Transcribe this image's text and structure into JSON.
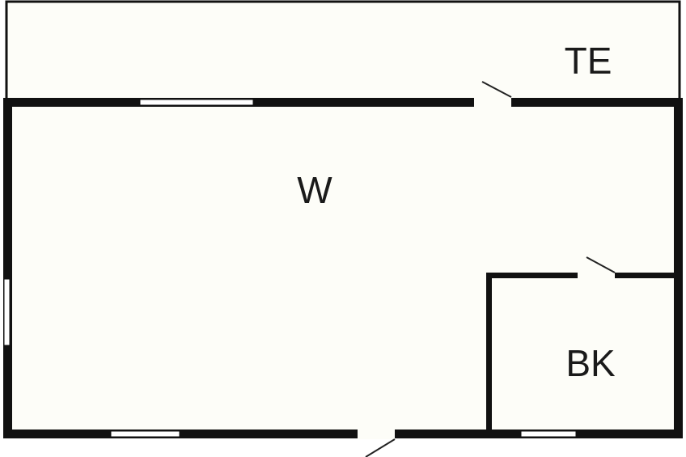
{
  "colors": {
    "background": "#fdfdf8",
    "wall": "#111111",
    "window": "#ffffff",
    "door_swing": "#222222"
  },
  "rooms": [
    {
      "id": "terrace",
      "label": "TE"
    },
    {
      "id": "living",
      "label": "W"
    },
    {
      "id": "bathroom",
      "label": "BK"
    }
  ]
}
